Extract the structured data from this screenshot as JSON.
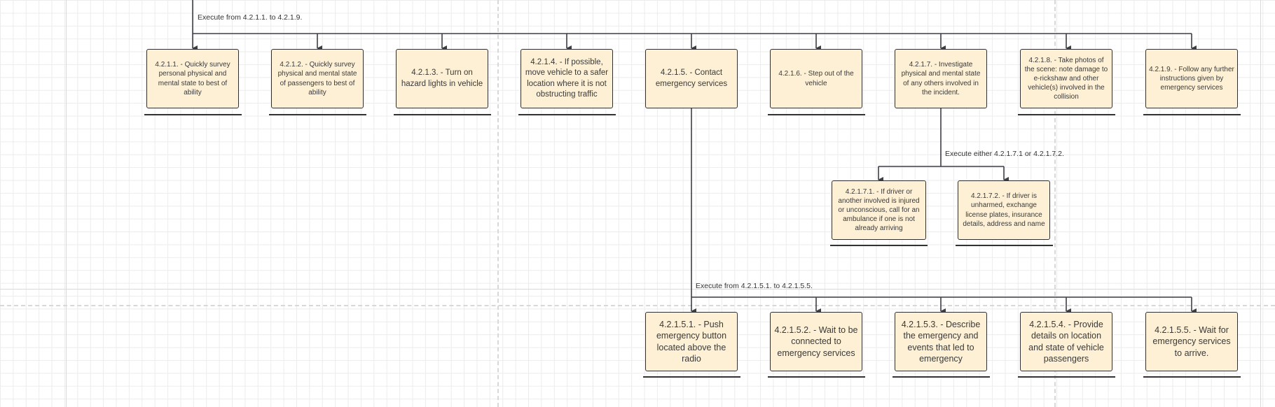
{
  "diagram": {
    "labels": {
      "top": "Execute from 4.2.1.1. to 4.2.1.9.",
      "mid": "Execute either 4.2.1.7.1 or 4.2.1.7.2.",
      "bottom": "Execute from 4.2.1.5.1. to 4.2.1.5.5."
    },
    "row1": [
      "4.2.1.1. - Quickly survey personal physical and mental state to best of ability",
      "4.2.1.2. - Quickly survey physical and mental state of passengers to best of ability",
      "4.2.1.3. - Turn on hazard lights in vehicle",
      "4.2.1.4. - If possible, move vehicle to a safer location where it is not obstructing traffic",
      "4.2.1.5. - Contact emergency services",
      "4.2.1.6. - Step out of the vehicle",
      "4.2.1.7. - Investigate physical and mental state of any others involved in the incident.",
      "4.2.1.8. - Take photos of the scene: note damage to e-rickshaw and other vehicle(s) involved in the collision",
      "4.2.1.9. - Follow any further instructions given by emergency services"
    ],
    "row2": [
      "4.2.1.7.1. - If driver or another involved is injured or unconscious, call for an ambulance if one is not already arriving",
      "4.2.1.7.2. - If driver is unharmed, exchange license plates, insurance details, address and name"
    ],
    "row3": [
      "4.2.1.5.1. - Push emergency button located above the radio",
      "4.2.1.5.2. - Wait to be connected to emergency services",
      "4.2.1.5.3. - Describe the emergency and events that led to emergency",
      "4.2.1.5.4. - Provide details on location and state of vehicle passengers",
      "4.2.1.5.5. - Wait for emergency services to arrive."
    ]
  },
  "colors": {
    "node_fill": "#fdf0d5",
    "node_border": "#2f2f2f",
    "connector": "#3c3f45",
    "grid": "#ececec"
  }
}
